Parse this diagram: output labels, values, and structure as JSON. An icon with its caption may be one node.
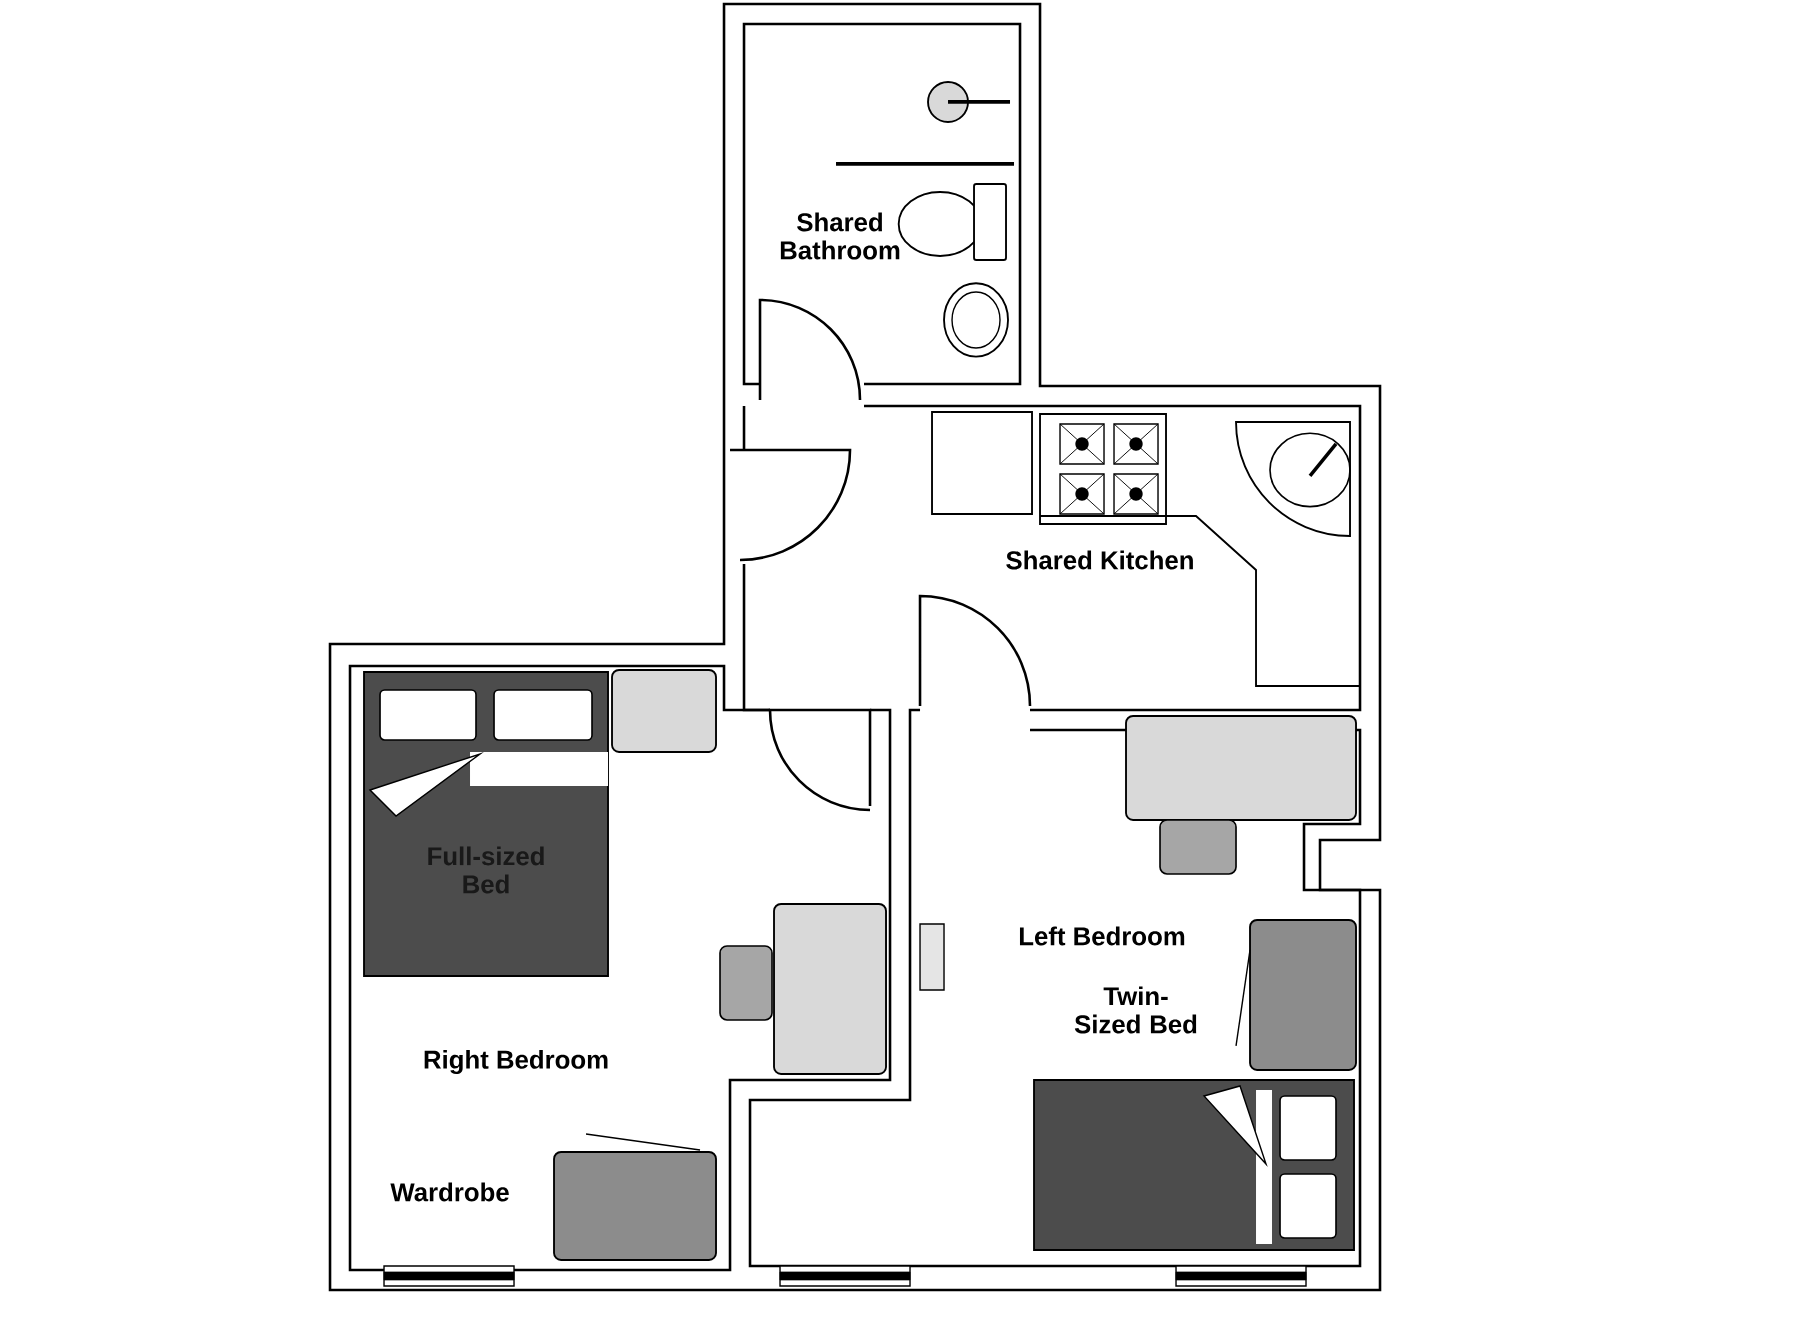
{
  "diagram": {
    "nodes": [
      {
        "text": [
          "Full-sized Bed"
        ]
      }
    ],
    "labels": [
      "Shared Bathroom",
      "Shared Kitchen",
      "Right Bedroom",
      "Wardrobe",
      "Left Bedroom",
      "Twin-Sized Bed"
    ]
  }
}
